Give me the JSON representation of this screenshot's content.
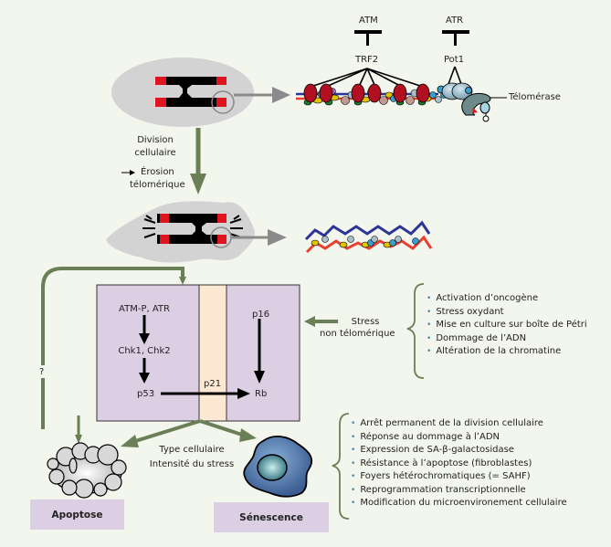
{
  "top": {
    "inhibitors": [
      "ATM",
      "ATR"
    ],
    "proteins": [
      "TRF2",
      "Pot1"
    ],
    "telomerase_label": "Télomérase"
  },
  "division": {
    "line1": "Division",
    "line2": "cellulaire",
    "line3": "Érosion",
    "line4": "télomérique"
  },
  "pathway": {
    "atm": "ATM-P, ATR",
    "chk": "Chk1, Chk2",
    "p53": "p53",
    "p21": "p21",
    "p16": "p16",
    "rb": "Rb",
    "question": "?"
  },
  "stress": {
    "line1": "Stress",
    "line2": "non télomérique",
    "causes": [
      "Activation d’oncogène",
      "Stress oxydant",
      "Mise en culture sur boîte de Pétri",
      "Dommage de l’ADN",
      "Altération de la chromatine"
    ]
  },
  "decision": {
    "line1": "Type cellulaire",
    "line2": "Intensité du stress"
  },
  "outcomes": {
    "apoptose": "Apoptose",
    "senescence": "Sénescence"
  },
  "senescence_features": [
    "Arrêt permanent de la division cellulaire",
    "Réponse au dommage à l’ADN",
    "Expression de SA-β-galactosidase",
    "Résistance à l’apoptose (fibroblastes)",
    "Foyers hétérochromatiques (= SAHF)",
    "Reprogrammation transcriptionnelle",
    "Modification du microenvironement cellulaire"
  ],
  "colors": {
    "background": "#f3f6ec",
    "green_arrow": "#6a7f55",
    "gray_arrow": "#8a8a8a",
    "purple_box": "#dccfe3",
    "peach_band": "#fde9d3",
    "telomere_red": "#e0141e",
    "trf2_red": "#b01020",
    "dna_blue": "#2c3596",
    "dna_red": "#e84030"
  }
}
